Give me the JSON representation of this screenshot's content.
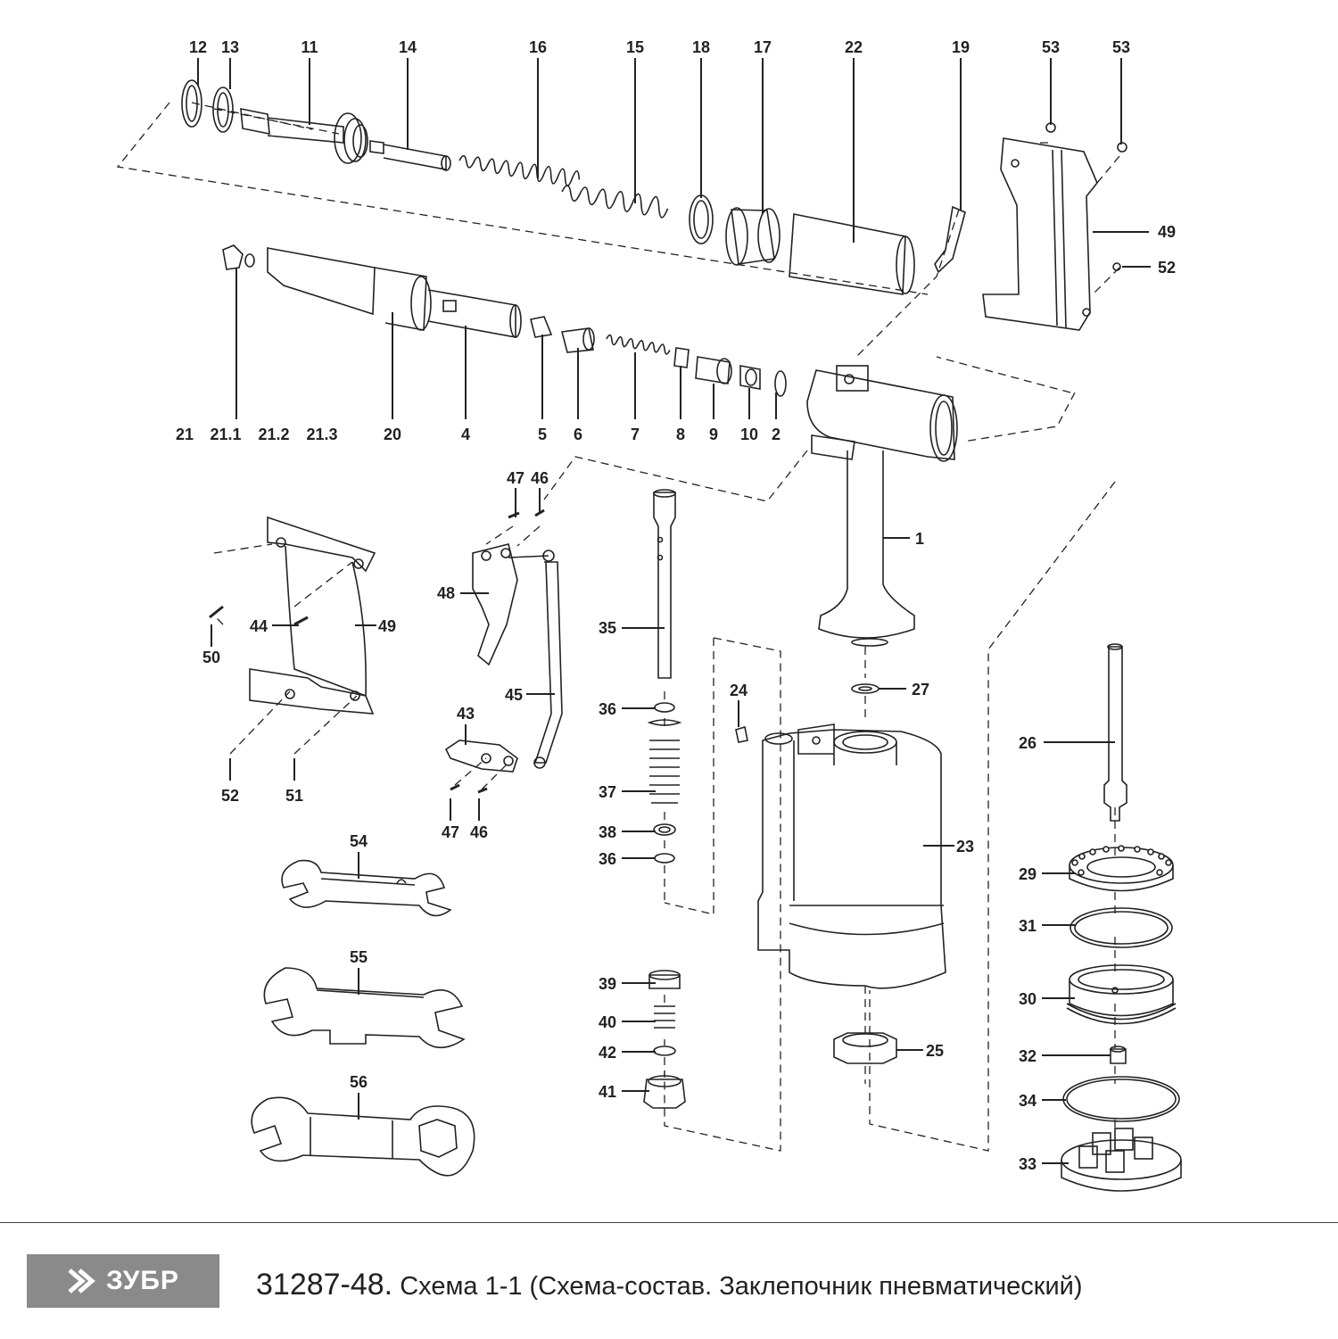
{
  "callouts": {
    "l12": "12",
    "l13": "13",
    "l11": "11",
    "l14": "14",
    "l16": "16",
    "l15": "15",
    "l18": "18",
    "l17": "17",
    "l22": "22",
    "l19": "19",
    "l53a": "53",
    "l53b": "53",
    "l49a": "49",
    "l52a": "52",
    "l21": "21",
    "l21_1": "21.1",
    "l21_2": "21.2",
    "l21_3": "21.3",
    "l20": "20",
    "l4": "4",
    "l5": "5",
    "l6": "6",
    "l7": "7",
    "l8": "8",
    "l9": "9",
    "l10": "10",
    "l2": "2",
    "l47a": "47",
    "l46a": "46",
    "l48": "48",
    "l1": "1",
    "l35": "35",
    "l44": "44",
    "l49b": "49",
    "l50": "50",
    "l45": "45",
    "l43": "43",
    "l36a": "36",
    "l24": "24",
    "l27": "27",
    "l26": "26",
    "l37": "37",
    "l38": "38",
    "l36b": "36",
    "l52b": "52",
    "l51": "51",
    "l47b": "47",
    "l46b": "46",
    "l54": "54",
    "l23": "23",
    "l29": "29",
    "l31": "31",
    "l30": "30",
    "l55": "55",
    "l39": "39",
    "l40": "40",
    "l42": "42",
    "l41": "41",
    "l25": "25",
    "l32": "32",
    "l34": "34",
    "l33": "33",
    "l56": "56"
  },
  "footer": {
    "logo_text": "ЗУБР",
    "code": "31287-48.",
    "title": "Схема 1-1 (Схема-состав. Заклепочник пневматический)"
  }
}
